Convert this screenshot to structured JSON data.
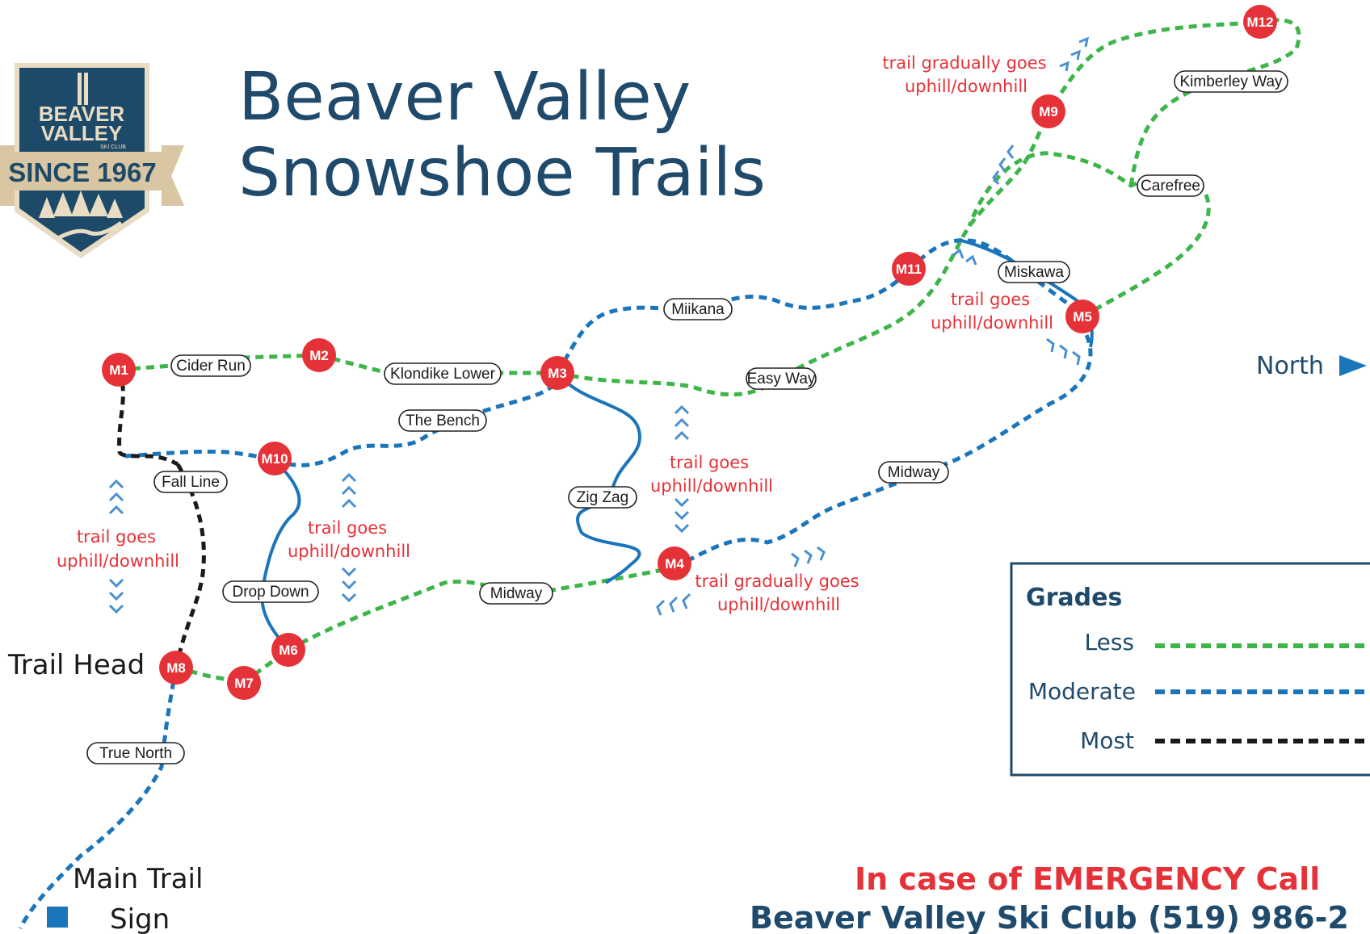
{
  "title": {
    "line1": "Beaver Valley",
    "line2": "Snowshoe Trails"
  },
  "logo": {
    "line1": "BEAVER",
    "line2": "VALLEY",
    "line3": "SKI CLUB",
    "since": "SINCE 1967"
  },
  "north_label": "North",
  "trail_head_label": "Trail Head",
  "markers": [
    "M1",
    "M2",
    "M3",
    "M4",
    "M5",
    "M6",
    "M7",
    "M8",
    "M9",
    "M10",
    "M11",
    "M12"
  ],
  "trails": {
    "cider_run": "Cider Run",
    "klondike_lower": "Klondike Lower",
    "the_bench": "The Bench",
    "fall_line": "Fall Line",
    "drop_down": "Drop Down",
    "midway_lower": "Midway",
    "zig_zag": "Zig Zag",
    "midway_upper": "Midway",
    "easy_way": "Easy Way",
    "miikana": "Miikana",
    "miskawa": "Miskawa",
    "carefree": "Carefree",
    "kimberley_way": "Kimberley Way",
    "true_north": "True North"
  },
  "notes": {
    "generic_line1": "trail goes",
    "generic_line2": "uphill/downhill",
    "gradual_line1": "trail gradually goes",
    "gradual_line2": "uphill/downhill"
  },
  "legend": {
    "title": "Grades",
    "items": [
      {
        "label": "Less",
        "color": "#3db54a"
      },
      {
        "label": "Moderate",
        "color": "#1b75bb"
      },
      {
        "label": "Most",
        "color": "#1a1a1a"
      }
    ]
  },
  "key": {
    "main_trail": "Main Trail",
    "sign": "Sign"
  },
  "emergency": {
    "line1": "In case of EMERGENCY Call",
    "line2": "Beaver Valley Ski Club (519) 986-2"
  },
  "colors": {
    "less": "#3db54a",
    "moderate": "#1b75bb",
    "most": "#1a1a1a",
    "marker": "#e53238",
    "title": "#1f4a6b"
  }
}
